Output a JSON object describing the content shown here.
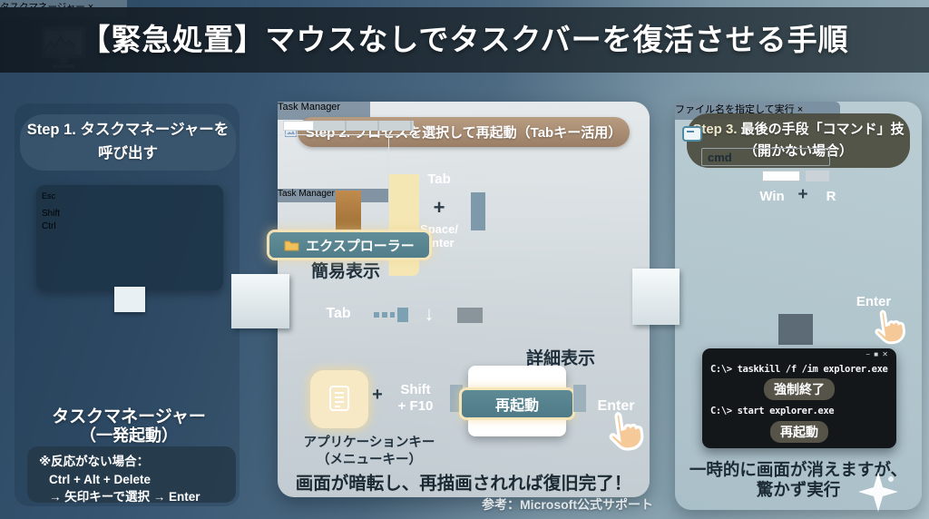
{
  "title": "【緊急処置】マウスなしでタスクバーを復活させる手順",
  "credit": "参考：Microsoft公式サポート",
  "step1": {
    "heading1": "Step 1. タスクマネージャーを",
    "heading2": "呼び出す",
    "key_esc": "Esc",
    "key_shift": "Shift",
    "key_ctrl": "Ctrl",
    "window_title": "タスクマネージャー",
    "window_close": "×",
    "caption1": "タスクマネージャー",
    "caption2": "（一発起動）",
    "note1": "※反応がない場合：",
    "note2": "Ctrl + Alt + Delete",
    "note3": "→ 矢印キーで選択 → Enter"
  },
  "step2": {
    "heading": "Step 2. プロセスを選択して再起動（Tabキー活用）",
    "simple_window_title": "Task Manager",
    "simple_caption": "簡易表示",
    "key_tab": "Tab",
    "plus": "+",
    "key_space_enter1": "Space/",
    "key_space_enter2": "Enter",
    "detail_window_title": "Task Manager",
    "highlight_item": "エクスプローラー",
    "detail_caption": "詳細表示",
    "key_tab2": "Tab",
    "key_down": "↓",
    "menu_key_caption1": "アプリケーションキー",
    "menu_key_caption2": "（メニューキー）",
    "key_shift_f10_1": "Shift",
    "key_shift_f10_2": "+ F10",
    "context_item": "再起動",
    "key_enter": "Enter",
    "result": "画面が暗転し、再描画されれば復旧完了！"
  },
  "step3": {
    "heading_prefix": "Step 3.",
    "heading_rest": "最後の手段「コマンド」技",
    "heading2": "（開かない場合）",
    "key_win": "Win",
    "plus": "+",
    "key_r": "R",
    "dialog_title": "ファイル名を指定して実行",
    "dialog_close": "×",
    "dialog_input": "cmd",
    "key_enter": "Enter",
    "terminal_controls": "− ■ ✕",
    "cmd1": "C:\\> taskkill /f /im explorer.exe",
    "badge1": "強制終了",
    "cmd2": "C:\\> start explorer.exe",
    "badge2": "再起動",
    "note1": "一時的に画面が消えますが、",
    "note2": "驚かず実行"
  }
}
